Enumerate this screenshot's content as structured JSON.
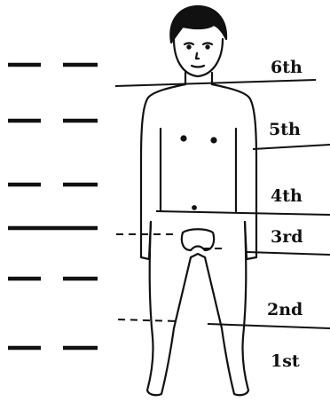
{
  "lines": [
    {
      "label": "6th",
      "yang": false
    },
    {
      "label": "5th",
      "yang": false
    },
    {
      "label": "4th",
      "yang": false
    },
    {
      "label": "3rd",
      "yang": true
    },
    {
      "label": "2nd",
      "yang": false
    },
    {
      "label": "1st",
      "yang": false
    }
  ],
  "colors": {
    "ink": "#111111",
    "background": "#ffffff"
  }
}
